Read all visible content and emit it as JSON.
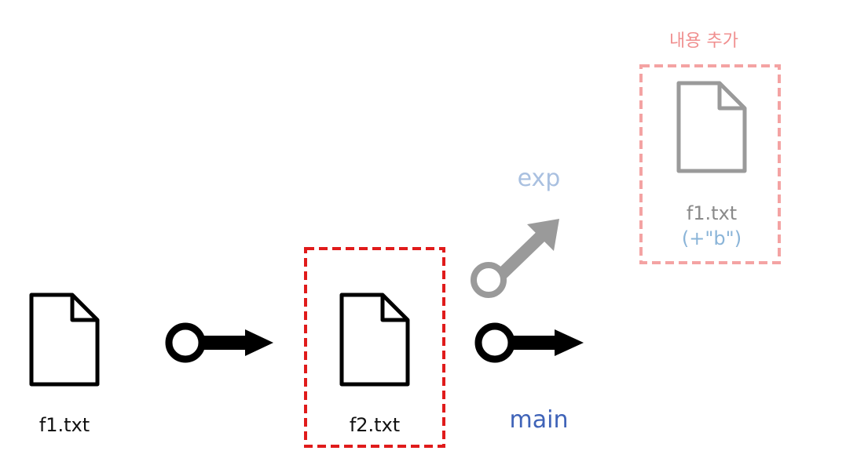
{
  "nodes": [
    {
      "file_label": "f1.txt"
    },
    {
      "file_label": "f2.txt"
    }
  ],
  "branches": {
    "main": {
      "label": "main",
      "color": "#3f63b8"
    },
    "exp": {
      "label": "exp",
      "color": "#a9c0e0"
    }
  },
  "experiment_commit": {
    "file_label": "f1.txt",
    "change_note": "(+\"b\")",
    "change_note_color": "#8ab4d8"
  },
  "annotation": {
    "label": "내용 추가",
    "color": "#f08f8f"
  },
  "highlight": {
    "color": "#e01b1b"
  }
}
